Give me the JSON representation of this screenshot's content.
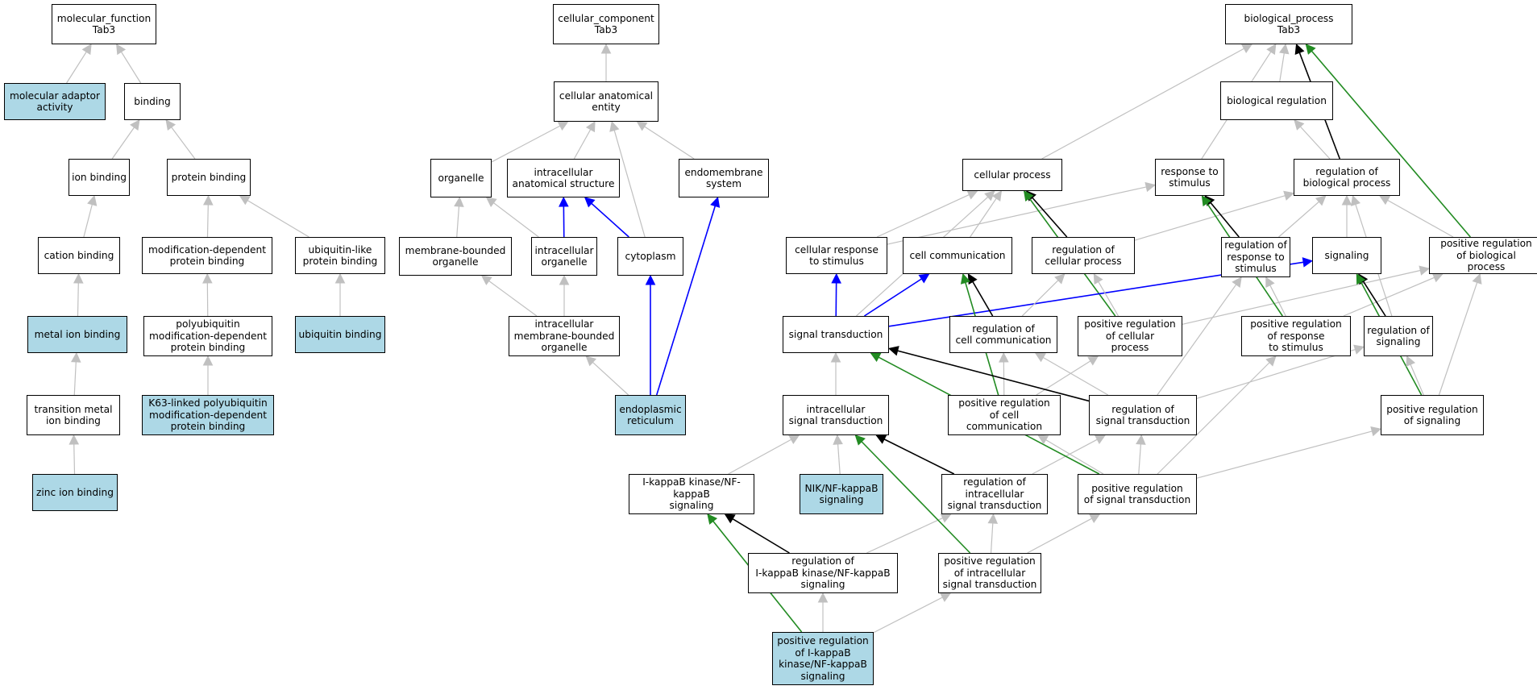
{
  "colors": {
    "grey": "#c0c0c0",
    "black": "#000000",
    "blue": "#0000ff",
    "green": "#228b22",
    "highlight": "#add8e6"
  },
  "nodes": [
    {
      "id": "mf",
      "label": "molecular_function\nTab3",
      "hl": false
    },
    {
      "id": "mol_adaptor",
      "label": "molecular adaptor\nactivity",
      "hl": true
    },
    {
      "id": "binding",
      "label": "binding",
      "hl": false
    },
    {
      "id": "ion_binding",
      "label": "ion binding",
      "hl": false
    },
    {
      "id": "protein_binding",
      "label": "protein binding",
      "hl": false
    },
    {
      "id": "cation_binding",
      "label": "cation binding",
      "hl": false
    },
    {
      "id": "mod_dep",
      "label": "modification-dependent\nprotein binding",
      "hl": false
    },
    {
      "id": "ubl_binding",
      "label": "ubiquitin-like\nprotein binding",
      "hl": false
    },
    {
      "id": "metal_ion",
      "label": "metal ion binding",
      "hl": true
    },
    {
      "id": "polyub",
      "label": "polyubiquitin\nmodification-dependent\nprotein binding",
      "hl": false
    },
    {
      "id": "ub_binding",
      "label": "ubiquitin binding",
      "hl": true
    },
    {
      "id": "trans_metal",
      "label": "transition metal\nion binding",
      "hl": false
    },
    {
      "id": "k63",
      "label": "K63-linked polyubiquitin\nmodification-dependent\nprotein binding",
      "hl": true
    },
    {
      "id": "zinc",
      "label": "zinc ion binding",
      "hl": true
    },
    {
      "id": "cc",
      "label": "cellular_component\nTab3",
      "hl": false
    },
    {
      "id": "cae",
      "label": "cellular anatomical\nentity",
      "hl": false
    },
    {
      "id": "organelle",
      "label": "organelle",
      "hl": false
    },
    {
      "id": "ias",
      "label": "intracellular\nanatomical structure",
      "hl": false
    },
    {
      "id": "endomembrane",
      "label": "endomembrane\nsystem",
      "hl": false
    },
    {
      "id": "mbo",
      "label": "membrane-bounded\norganelle",
      "hl": false
    },
    {
      "id": "intra_org",
      "label": "intracellular\norganelle",
      "hl": false
    },
    {
      "id": "cytoplasm",
      "label": "cytoplasm",
      "hl": false
    },
    {
      "id": "imbo",
      "label": "intracellular\nmembrane-bounded\norganelle",
      "hl": false
    },
    {
      "id": "er",
      "label": "endoplasmic\nreticulum",
      "hl": true
    },
    {
      "id": "bp",
      "label": "biological_process\nTab3",
      "hl": false
    },
    {
      "id": "bio_reg",
      "label": "biological regulation",
      "hl": false
    },
    {
      "id": "cell_proc",
      "label": "cellular process",
      "hl": false
    },
    {
      "id": "resp_stim",
      "label": "response to\nstimulus",
      "hl": false
    },
    {
      "id": "reg_bp",
      "label": "regulation of\nbiological process",
      "hl": false
    },
    {
      "id": "cell_resp",
      "label": "cellular response\nto stimulus",
      "hl": false
    },
    {
      "id": "cell_comm",
      "label": "cell communication",
      "hl": false
    },
    {
      "id": "reg_cp",
      "label": "regulation of\ncellular process",
      "hl": false
    },
    {
      "id": "reg_resp",
      "label": "regulation of\nresponse to\nstimulus",
      "hl": false
    },
    {
      "id": "signaling",
      "label": "signaling",
      "hl": false
    },
    {
      "id": "pos_reg_bp",
      "label": "positive regulation\nof biological\nprocess",
      "hl": false
    },
    {
      "id": "sig_trans",
      "label": "signal transduction",
      "hl": false
    },
    {
      "id": "reg_cc",
      "label": "regulation of\ncell communication",
      "hl": false
    },
    {
      "id": "pos_reg_cp",
      "label": "positive regulation\nof cellular\nprocess",
      "hl": false
    },
    {
      "id": "pos_reg_resp",
      "label": "positive regulation\nof response\nto stimulus",
      "hl": false
    },
    {
      "id": "reg_sig",
      "label": "regulation of\nsignaling",
      "hl": false
    },
    {
      "id": "ist",
      "label": "intracellular\nsignal transduction",
      "hl": false
    },
    {
      "id": "pos_reg_cc",
      "label": "positive regulation\nof cell communication",
      "hl": false
    },
    {
      "id": "reg_st",
      "label": "regulation of\nsignal transduction",
      "hl": false
    },
    {
      "id": "pos_reg_sig",
      "label": "positive regulation\nof signaling",
      "hl": false
    },
    {
      "id": "ikk",
      "label": "I-kappaB kinase/NF-kappaB\nsignaling",
      "hl": false
    },
    {
      "id": "nik",
      "label": "NIK/NF-kappaB\nsignaling",
      "hl": true
    },
    {
      "id": "reg_ist",
      "label": "regulation of\nintracellular\nsignal transduction",
      "hl": false
    },
    {
      "id": "pos_reg_st",
      "label": "positive regulation\nof signal transduction",
      "hl": false
    },
    {
      "id": "reg_ikk",
      "label": "regulation of\nI-kappaB kinase/NF-kappaB\nsignaling",
      "hl": false
    },
    {
      "id": "pos_reg_ist",
      "label": "positive regulation\nof intracellular\nsignal transduction",
      "hl": false
    },
    {
      "id": "pos_reg_ikk",
      "label": "positive regulation\nof I-kappaB\nkinase/NF-kappaB\nsignaling",
      "hl": true
    }
  ],
  "edges": [
    [
      "mol_adaptor",
      "mf",
      "grey"
    ],
    [
      "binding",
      "mf",
      "grey"
    ],
    [
      "ion_binding",
      "binding",
      "grey"
    ],
    [
      "protein_binding",
      "binding",
      "grey"
    ],
    [
      "cation_binding",
      "ion_binding",
      "grey"
    ],
    [
      "mod_dep",
      "protein_binding",
      "grey"
    ],
    [
      "ubl_binding",
      "protein_binding",
      "grey"
    ],
    [
      "metal_ion",
      "cation_binding",
      "grey"
    ],
    [
      "polyub",
      "mod_dep",
      "grey"
    ],
    [
      "ub_binding",
      "ubl_binding",
      "grey"
    ],
    [
      "trans_metal",
      "metal_ion",
      "grey"
    ],
    [
      "k63",
      "polyub",
      "grey"
    ],
    [
      "zinc",
      "trans_metal",
      "grey"
    ],
    [
      "cae",
      "cc",
      "grey"
    ],
    [
      "organelle",
      "cae",
      "grey"
    ],
    [
      "ias",
      "cae",
      "grey"
    ],
    [
      "endomembrane",
      "cae",
      "grey"
    ],
    [
      "cytoplasm",
      "cae",
      "grey"
    ],
    [
      "mbo",
      "organelle",
      "grey"
    ],
    [
      "intra_org",
      "organelle",
      "grey"
    ],
    [
      "intra_org",
      "ias",
      "blue"
    ],
    [
      "cytoplasm",
      "ias",
      "blue"
    ],
    [
      "imbo",
      "mbo",
      "grey"
    ],
    [
      "imbo",
      "intra_org",
      "grey"
    ],
    [
      "er",
      "imbo",
      "grey"
    ],
    [
      "er",
      "cytoplasm",
      "blue"
    ],
    [
      "er",
      "endomembrane",
      "blue"
    ],
    [
      "bio_reg",
      "bp",
      "grey"
    ],
    [
      "cell_proc",
      "bp",
      "grey"
    ],
    [
      "resp_stim",
      "bp",
      "grey"
    ],
    [
      "reg_bp",
      "bp",
      "black"
    ],
    [
      "reg_bp",
      "bio_reg",
      "grey"
    ],
    [
      "pos_reg_bp",
      "bp",
      "green"
    ],
    [
      "pos_reg_bp",
      "reg_bp",
      "grey"
    ],
    [
      "cell_resp",
      "cell_proc",
      "grey"
    ],
    [
      "cell_resp",
      "resp_stim",
      "grey"
    ],
    [
      "cell_comm",
      "cell_proc",
      "grey"
    ],
    [
      "reg_cp",
      "cell_proc",
      "black"
    ],
    [
      "reg_cp",
      "reg_bp",
      "grey"
    ],
    [
      "pos_reg_cp",
      "cell_proc",
      "green"
    ],
    [
      "reg_resp",
      "resp_stim",
      "black"
    ],
    [
      "reg_resp",
      "reg_bp",
      "grey"
    ],
    [
      "signaling",
      "reg_bp",
      "grey"
    ],
    [
      "reg_sig",
      "reg_bp",
      "grey"
    ],
    [
      "sig_trans",
      "cell_resp",
      "blue"
    ],
    [
      "sig_trans",
      "cell_comm",
      "blue"
    ],
    [
      "sig_trans",
      "signaling",
      "blue"
    ],
    [
      "sig_trans",
      "cell_proc",
      "grey"
    ],
    [
      "reg_cc",
      "cell_comm",
      "black"
    ],
    [
      "reg_cc",
      "reg_cp",
      "grey"
    ],
    [
      "pos_reg_cp",
      "reg_cp",
      "grey"
    ],
    [
      "pos_reg_cp",
      "pos_reg_bp",
      "grey"
    ],
    [
      "pos_reg_resp",
      "reg_resp",
      "grey"
    ],
    [
      "pos_reg_resp",
      "resp_stim",
      "green"
    ],
    [
      "pos_reg_resp",
      "pos_reg_bp",
      "grey"
    ],
    [
      "reg_sig",
      "signaling",
      "black"
    ],
    [
      "pos_reg_sig",
      "signaling",
      "green"
    ],
    [
      "pos_reg_sig",
      "reg_sig",
      "grey"
    ],
    [
      "pos_reg_sig",
      "pos_reg_bp",
      "grey"
    ],
    [
      "ist",
      "sig_trans",
      "grey"
    ],
    [
      "pos_reg_cc",
      "cell_comm",
      "green"
    ],
    [
      "pos_reg_cc",
      "reg_cc",
      "grey"
    ],
    [
      "pos_reg_cc",
      "pos_reg_cp",
      "grey"
    ],
    [
      "reg_st",
      "sig_trans",
      "black"
    ],
    [
      "reg_st",
      "reg_cc",
      "grey"
    ],
    [
      "reg_st",
      "reg_resp",
      "grey"
    ],
    [
      "reg_st",
      "reg_sig",
      "grey"
    ],
    [
      "ikk",
      "ist",
      "grey"
    ],
    [
      "nik",
      "ist",
      "grey"
    ],
    [
      "reg_ist",
      "ist",
      "black"
    ],
    [
      "reg_ist",
      "reg_st",
      "grey"
    ],
    [
      "pos_reg_st",
      "sig_trans",
      "green"
    ],
    [
      "pos_reg_st",
      "reg_st",
      "grey"
    ],
    [
      "pos_reg_st",
      "pos_reg_cc",
      "grey"
    ],
    [
      "pos_reg_st",
      "pos_reg_resp",
      "grey"
    ],
    [
      "pos_reg_st",
      "pos_reg_sig",
      "grey"
    ],
    [
      "reg_ikk",
      "ikk",
      "black"
    ],
    [
      "reg_ikk",
      "reg_ist",
      "grey"
    ],
    [
      "pos_reg_ist",
      "ist",
      "green"
    ],
    [
      "pos_reg_ist",
      "reg_ist",
      "grey"
    ],
    [
      "pos_reg_ist",
      "pos_reg_st",
      "grey"
    ],
    [
      "pos_reg_ikk",
      "ikk",
      "green"
    ],
    [
      "pos_reg_ikk",
      "reg_ikk",
      "grey"
    ],
    [
      "pos_reg_ikk",
      "pos_reg_ist",
      "grey"
    ]
  ]
}
